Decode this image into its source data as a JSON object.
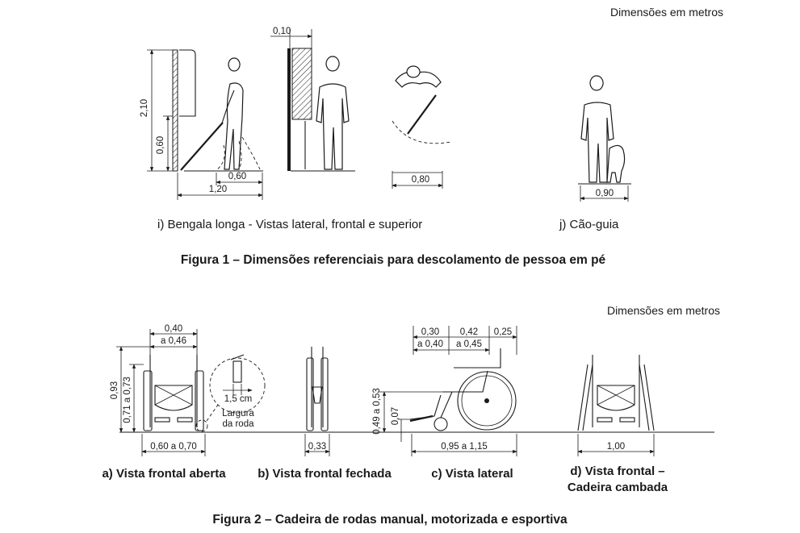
{
  "figure1": {
    "units_note": "Dimensões em metros",
    "dims": {
      "height_total": "2,10",
      "height_low": "0,60",
      "sweep_small": "0,60",
      "sweep_total": "1,20",
      "wall_projection": "0,10",
      "top_sweep": "0,80",
      "guide_dog_width": "0,90"
    },
    "caption_i": "i) Bengala longa - Vistas lateral, frontal e superior",
    "caption_j": "j) Cão-guia",
    "title": "Figura 1 – Dimensões referenciais para descolamento de pessoa em pé"
  },
  "figure2": {
    "units_note": "Dimensões em metros",
    "dims": {
      "seat_width_top": "0,40",
      "seat_width_bottom": "a 0,46",
      "height_total": "0,93",
      "height_armrest": "0,71 a 0,73",
      "open_width": "0,60 a 0,70",
      "wheel_width": "1,5 cm",
      "wheel_label_1": "Largura",
      "wheel_label_2": "da roda",
      "closed_width": "0,33",
      "side_a_top": "0,30",
      "side_a_bottom": "a 0,40",
      "side_b_top": "0,42",
      "side_b_bottom": "a 0,45",
      "side_c": "0,25",
      "seat_height": "0,49 a 0,53",
      "footrest_height": "0,07",
      "length": "0,95 a 1,15",
      "cambered_width": "1,00"
    },
    "caption_a": "a) Vista frontal aberta",
    "caption_b": "b) Vista frontal fechada",
    "caption_c": "c) Vista lateral",
    "caption_d1": "d) Vista frontal –",
    "caption_d2": "Cadeira cambada",
    "title": "Figura 2 – Cadeira de rodas manual, motorizada e esportiva"
  }
}
